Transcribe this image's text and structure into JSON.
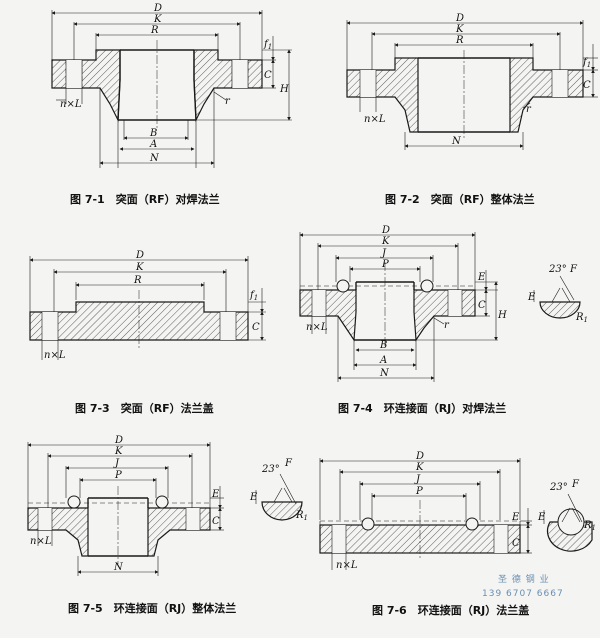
{
  "dimension_labels": {
    "D": "D",
    "K": "K",
    "R": "R",
    "J": "J",
    "P": "P",
    "A": "A",
    "B": "B",
    "N": "N",
    "C": "C",
    "H": "H",
    "E": "E",
    "F": "F",
    "f1": "f",
    "f1_sub": "1",
    "r": "r",
    "R1": "R",
    "R1_sub": "1",
    "nxL": "n×L",
    "angle": "23°"
  },
  "figures": [
    {
      "id": "7-1",
      "caption": "图 7-1　突面（RF）对焊法兰"
    },
    {
      "id": "7-2",
      "caption": "图 7-2　突面（RF）整体法兰"
    },
    {
      "id": "7-3",
      "caption": "图 7-3　突面（RF）法兰盖"
    },
    {
      "id": "7-4",
      "caption": "图 7-4　环连接面（RJ）对焊法兰"
    },
    {
      "id": "7-5",
      "caption": "图 7-5　环连接面（RJ）整体法兰"
    },
    {
      "id": "7-6",
      "caption": "图 7-6　环连接面（RJ）法兰盖"
    }
  ],
  "watermark": {
    "line1": "圣 德 钢 业",
    "line2": "139 6707 6667"
  },
  "colors": {
    "ink": "#1a1a1a",
    "paper": "#f4f4f2",
    "watermark": "#6a8fb3"
  }
}
